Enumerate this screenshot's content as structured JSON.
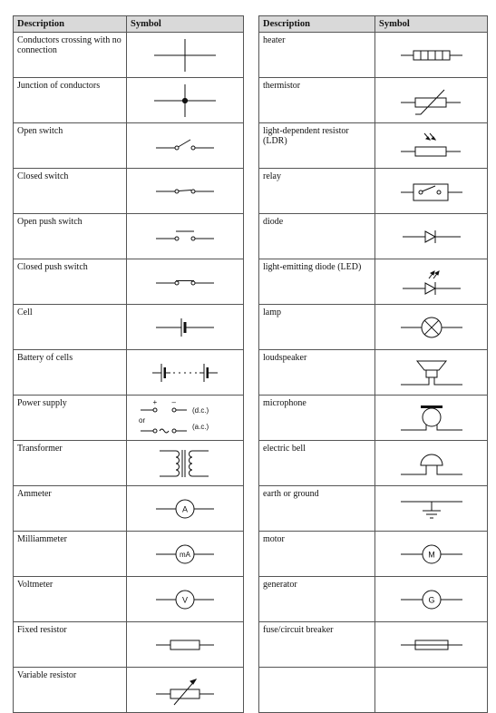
{
  "headers": {
    "description": "Description",
    "symbol": "Symbol"
  },
  "left_rows": [
    {
      "label": "Conductors crossing with no connection",
      "icon": "crossing-conductors-icon"
    },
    {
      "label": "Junction of conductors",
      "icon": "junction-icon"
    },
    {
      "label": "Open switch",
      "icon": "open-switch-icon"
    },
    {
      "label": "Closed switch",
      "icon": "closed-switch-icon"
    },
    {
      "label": "Open push switch",
      "icon": "open-push-switch-icon"
    },
    {
      "label": "Closed push switch",
      "icon": "closed-push-switch-icon"
    },
    {
      "label": "Cell",
      "icon": "cell-icon"
    },
    {
      "label": "Battery of cells",
      "icon": "battery-icon"
    },
    {
      "label": "Power supply",
      "icon": "power-supply-icon"
    },
    {
      "label": "Transformer",
      "icon": "transformer-icon"
    },
    {
      "label": "Ammeter",
      "icon": "ammeter-icon"
    },
    {
      "label": "Milliammeter",
      "icon": "milliammeter-icon"
    },
    {
      "label": "Voltmeter",
      "icon": "voltmeter-icon"
    },
    {
      "label": "Fixed resistor",
      "icon": "fixed-resistor-icon"
    },
    {
      "label": "Variable resistor",
      "icon": "variable-resistor-icon"
    }
  ],
  "right_rows": [
    {
      "label": "heater",
      "icon": "heater-icon"
    },
    {
      "label": "thermistor",
      "icon": "thermistor-icon"
    },
    {
      "label": "light-dependent resistor (LDR)",
      "icon": "ldr-icon"
    },
    {
      "label": "relay",
      "icon": "relay-icon"
    },
    {
      "label": "diode",
      "icon": "diode-icon"
    },
    {
      "label": "light-emitting diode (LED)",
      "icon": "led-icon"
    },
    {
      "label": "lamp",
      "icon": "lamp-icon"
    },
    {
      "label": "loudspeaker",
      "icon": "loudspeaker-icon"
    },
    {
      "label": "microphone",
      "icon": "microphone-icon"
    },
    {
      "label": "electric bell",
      "icon": "electric-bell-icon"
    },
    {
      "label": "earth or ground",
      "icon": "earth-icon"
    },
    {
      "label": "motor",
      "icon": "motor-icon"
    },
    {
      "label": "generator",
      "icon": "generator-icon"
    },
    {
      "label": "fuse/circuit breaker",
      "icon": "fuse-icon"
    },
    {
      "label": "",
      "icon": ""
    }
  ],
  "symbol_text": {
    "power_plus": "+",
    "power_minus": "–",
    "power_dc": "(d.c.)",
    "power_or": "or",
    "power_ac": "(a.c.)",
    "ammeter": "A",
    "milliammeter": "mA",
    "voltmeter": "V",
    "motor": "M",
    "generator": "G"
  }
}
